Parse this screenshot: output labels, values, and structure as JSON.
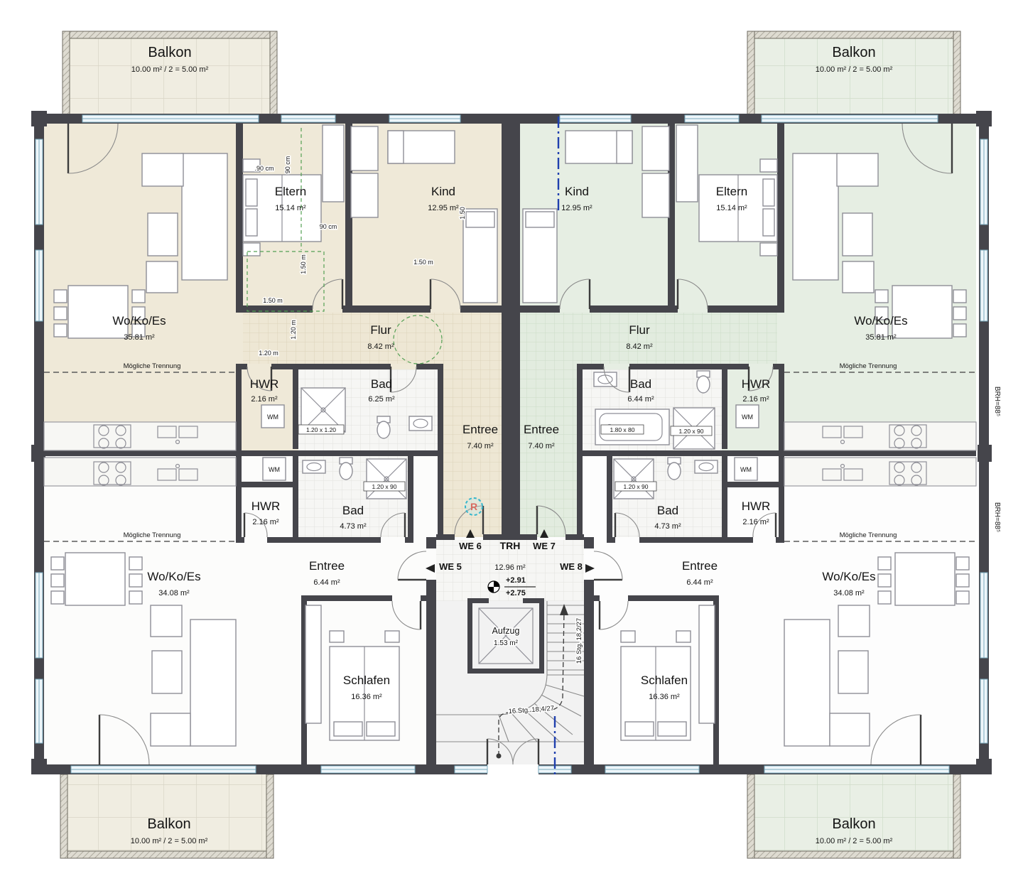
{
  "balcony": {
    "name": "Balkon",
    "area": "10.00 m² / 2 = 5.00 m²"
  },
  "units": {
    "we5": "WE 5",
    "we6": "WE 6",
    "we7": "WE 7",
    "we8": "WE 8"
  },
  "core": {
    "trh": {
      "name": "TRH",
      "area": "12.96 m²"
    },
    "aufzug": {
      "name": "Aufzug",
      "area": "1.53 m²"
    },
    "level_upper": "+2.91",
    "level_lower": "+2.75",
    "stairs_up": "16 Stg. 18,2/27",
    "stairs_down": "16 Stg. 18,4/27",
    "r_symbol": "R"
  },
  "upper_left": {
    "wokoes": {
      "name": "Wo/Ko/Es",
      "area": "35.81 m²"
    },
    "eltern": {
      "name": "Eltern",
      "area": "15.14 m²"
    },
    "kind": {
      "name": "Kind",
      "area": "12.95 m²"
    },
    "flur": {
      "name": "Flur",
      "area": "8.42 m²"
    },
    "hwr": {
      "name": "HWR",
      "area": "2.16 m²"
    },
    "bad": {
      "name": "Bad",
      "area": "6.25 m²"
    },
    "entree": {
      "name": "Entree",
      "area": "7.40 m²"
    }
  },
  "upper_right": {
    "wokoes": {
      "name": "Wo/Ko/Es",
      "area": "35.81 m²"
    },
    "eltern": {
      "name": "Eltern",
      "area": "15.14 m²"
    },
    "kind": {
      "name": "Kind",
      "area": "12.95 m²"
    },
    "flur": {
      "name": "Flur",
      "area": "8.42 m²"
    },
    "hwr": {
      "name": "HWR",
      "area": "2.16 m²"
    },
    "bad": {
      "name": "Bad",
      "area": "6.44 m²"
    },
    "entree": {
      "name": "Entree",
      "area": "7.40 m²"
    }
  },
  "lower_left": {
    "wokoes": {
      "name": "Wo/Ko/Es",
      "area": "34.08 m²"
    },
    "entree": {
      "name": "Entree",
      "area": "6.44 m²"
    },
    "hwr": {
      "name": "HWR",
      "area": "2.16 m²"
    },
    "bad": {
      "name": "Bad",
      "area": "4.73 m²"
    },
    "schlafen": {
      "name": "Schlafen",
      "area": "16.36 m²"
    }
  },
  "lower_right": {
    "wokoes": {
      "name": "Wo/Ko/Es",
      "area": "34.08 m²"
    },
    "entree": {
      "name": "Entree",
      "area": "6.44 m²"
    },
    "hwr": {
      "name": "HWR",
      "area": "2.16 m²"
    },
    "bad": {
      "name": "Bad",
      "area": "4.73 m²"
    },
    "schlafen": {
      "name": "Schlafen",
      "area": "16.36 m²"
    }
  },
  "annotations": {
    "trennung": "Mögliche Trennung",
    "brh": "BRH=88⁵",
    "wm": "WM",
    "tub": "1.80 x 80",
    "shower_sq": "1.20 x 1.20",
    "shower_rect": "1.20 x 90",
    "dims": {
      "d90": "90 cm",
      "d90b": ".90 cm",
      "d150m": "1.50 m",
      "d120m": "1.20 m",
      "d150": "1.50"
    }
  },
  "colors": {
    "tint_left": "#efe9d8",
    "tint_right": "#e6eee3",
    "wall": "#45454b",
    "window": "#79aabe",
    "section_line": "#1f3fae",
    "r_circle": "#35b6cc",
    "green_dim": "#54a054"
  }
}
